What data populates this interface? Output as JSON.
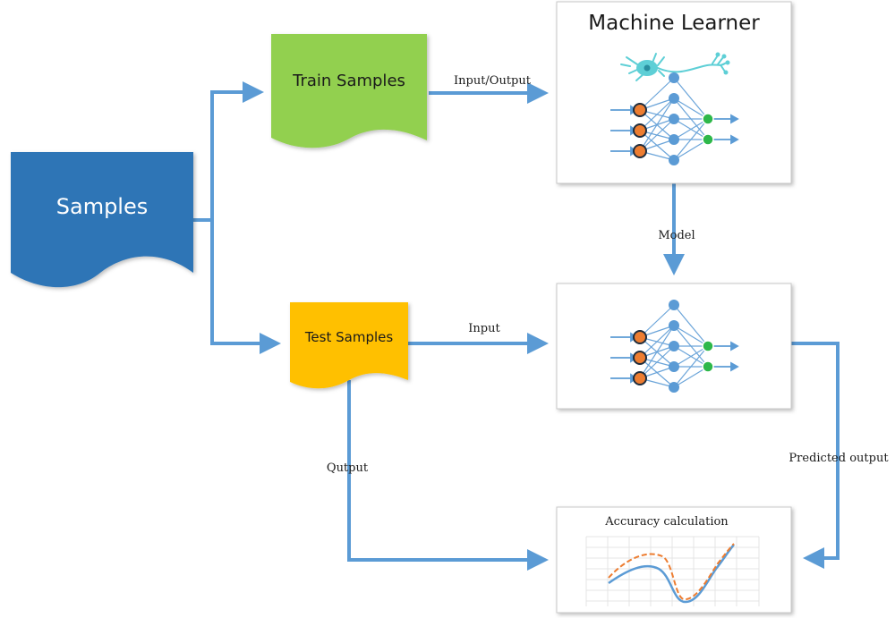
{
  "samples": {
    "label": "Samples"
  },
  "train_samples": {
    "label": "Train Samples"
  },
  "test_samples": {
    "label": "Test Samples"
  },
  "machine_learner": {
    "title": "Machine Learner"
  },
  "accuracy": {
    "title": "Accuracy calculation"
  },
  "edges": {
    "input_output": "Input/Output",
    "input": "Input",
    "model": "Model",
    "output": "Qutput",
    "predicted_output": "Predicted output"
  },
  "colors": {
    "samples": "#2e75b6",
    "train": "#92d050",
    "test": "#ffc000",
    "arrow": "#5b9bd5",
    "input_node": "#ed7d31",
    "hidden_node": "#5b9bd5",
    "output_node": "#2eb84a",
    "neuron": "#5ecfd6",
    "curve_solid": "#5b9bd5",
    "curve_dashed": "#ed7d31"
  },
  "icons": {
    "neuron": "neuron-icon",
    "network": "neural-network-icon",
    "chart": "line-chart-icon"
  }
}
